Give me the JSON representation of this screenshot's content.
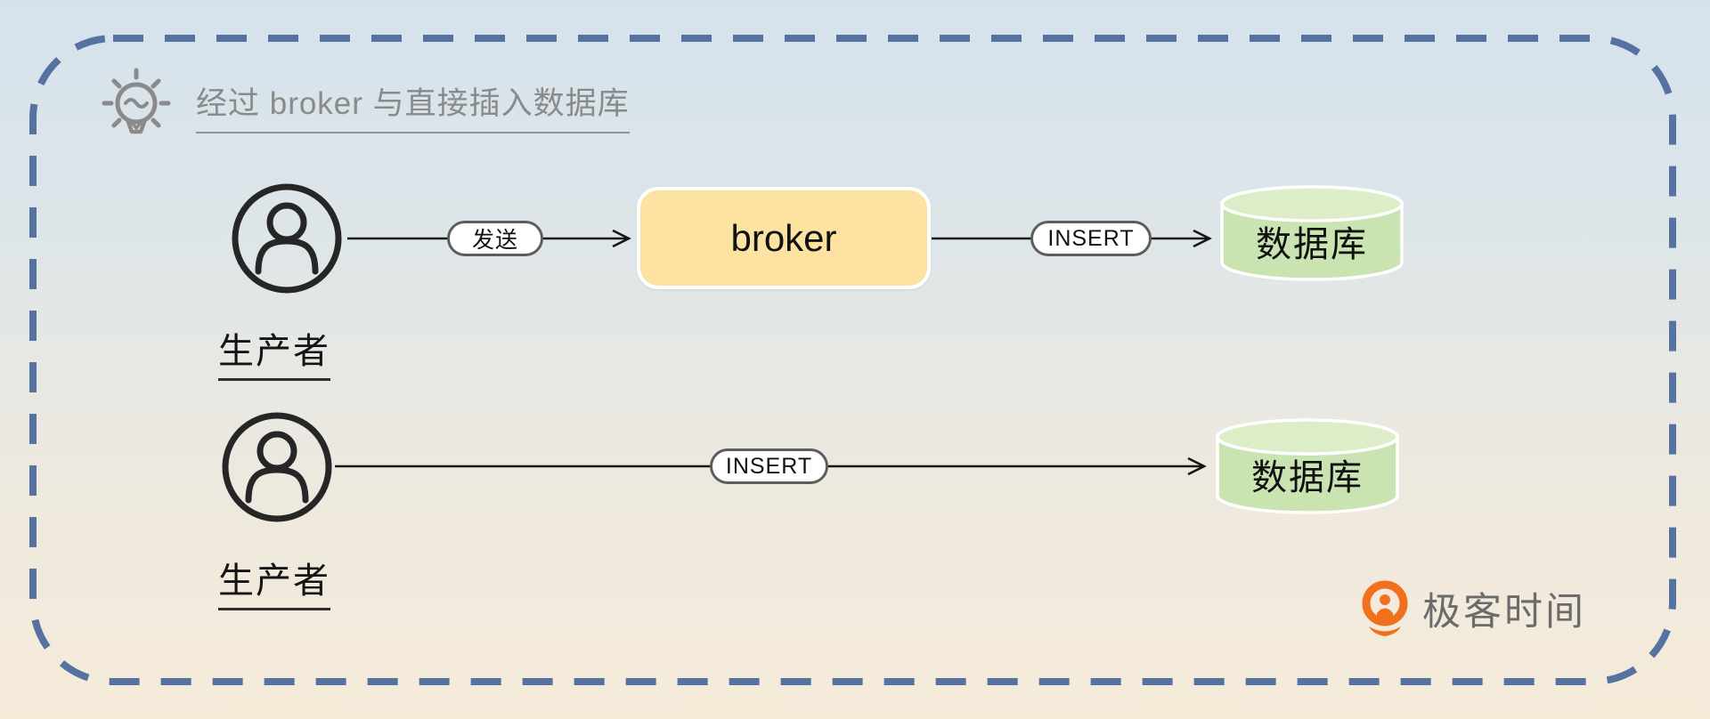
{
  "title": {
    "text": "经过 broker 与直接插入数据库"
  },
  "diagram": {
    "row1": {
      "producer": "生产者",
      "send_label": "发送",
      "broker": "broker",
      "insert_label": "INSERT",
      "database": "数据库"
    },
    "row2": {
      "producer": "生产者",
      "insert_label": "INSERT",
      "database": "数据库"
    }
  },
  "logo": {
    "brand": "极客时间"
  },
  "colors": {
    "frame_dash": "#5672a1",
    "broker_fill": "#fce3a1",
    "db_body_fill": "#c9e3b1",
    "db_top_fill": "#dcedc8",
    "title_gray": "#8a8a8a",
    "logo_orange": "#f1701e",
    "bg_top": "#d5e2ec",
    "bg_bottom": "#f5ebd9"
  }
}
